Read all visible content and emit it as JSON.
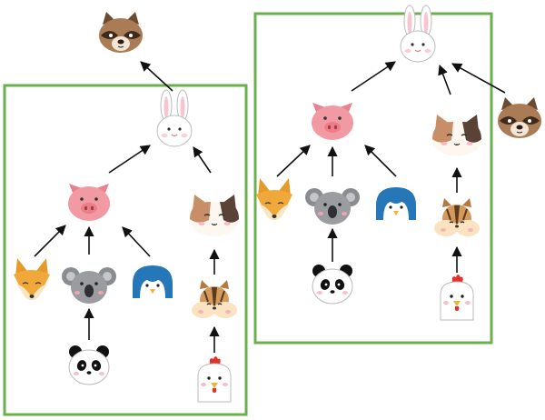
{
  "frame_color": "#6ab04c",
  "arrow_color": "#111111",
  "trees": [
    {
      "root": "rabbit",
      "attached_parent": "raccoon",
      "nodes": [
        "rabbit",
        "pig",
        "calico-cat",
        "fox",
        "koala",
        "penguin",
        "panda",
        "chipmunk",
        "chicken"
      ],
      "edges": [
        [
          "pig",
          "rabbit"
        ],
        [
          "calico-cat",
          "rabbit"
        ],
        [
          "fox",
          "pig"
        ],
        [
          "koala",
          "pig"
        ],
        [
          "penguin",
          "pig"
        ],
        [
          "panda",
          "koala"
        ],
        [
          "chipmunk",
          "calico-cat"
        ],
        [
          "chicken",
          "chipmunk"
        ],
        [
          "rabbit",
          "raccoon"
        ]
      ]
    },
    {
      "root": "rabbit",
      "nodes": [
        "rabbit",
        "pig",
        "calico-cat",
        "raccoon",
        "fox",
        "koala",
        "penguin",
        "panda",
        "chipmunk",
        "chicken"
      ],
      "edges": [
        [
          "pig",
          "rabbit"
        ],
        [
          "calico-cat",
          "rabbit"
        ],
        [
          "raccoon",
          "rabbit"
        ],
        [
          "fox",
          "pig"
        ],
        [
          "koala",
          "pig"
        ],
        [
          "penguin",
          "pig"
        ],
        [
          "panda",
          "koala"
        ],
        [
          "chipmunk",
          "calico-cat"
        ],
        [
          "chicken",
          "chipmunk"
        ]
      ]
    }
  ]
}
